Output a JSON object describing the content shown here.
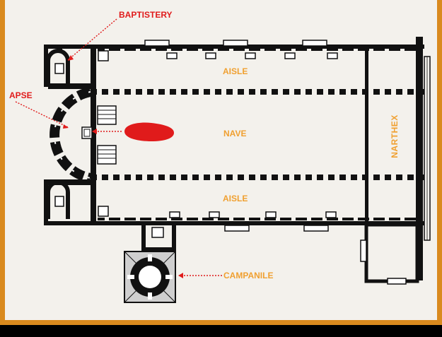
{
  "labels": {
    "baptistery": "BAPTISTERY",
    "apse": "APSE",
    "aisle_top": "AISLE",
    "nave": "NAVE",
    "narthex": "NARTHEX",
    "aisle_bottom": "AISLE",
    "campanile": "CAMPANILE"
  },
  "colors": {
    "frame": "#d98a1e",
    "label_red": "#e01b1b",
    "label_orange": "#f0a030",
    "wall": "#111111",
    "paper": "#f3f1ec"
  }
}
